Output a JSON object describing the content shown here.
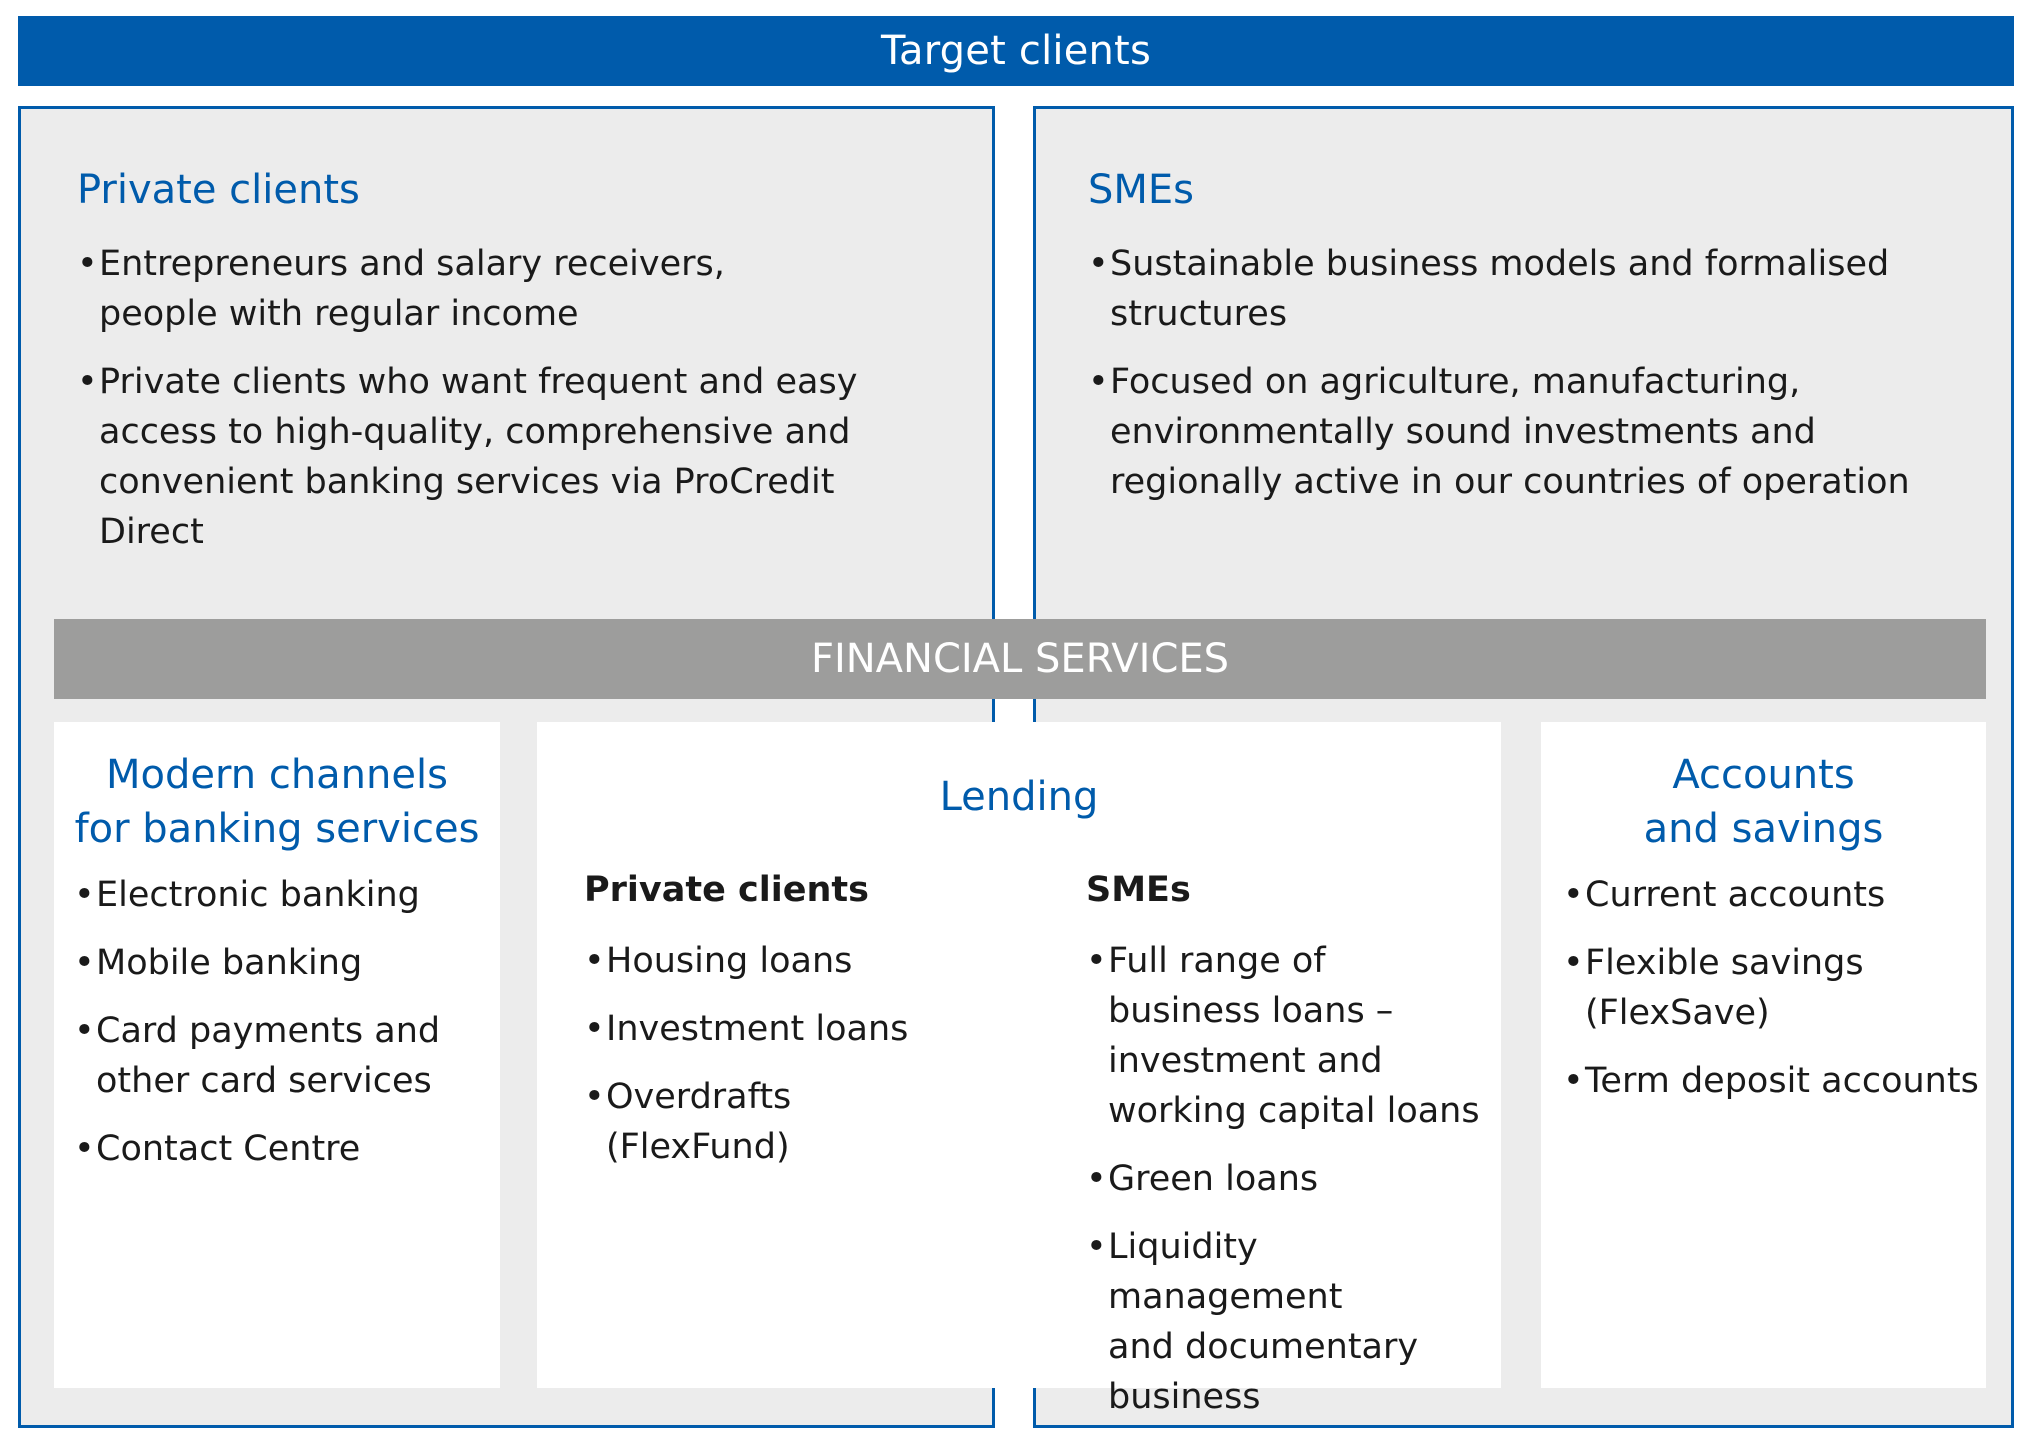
{
  "header": {
    "title": "Target clients"
  },
  "target_clients": {
    "private": {
      "title": "Private clients",
      "bullets": [
        "Entrepreneurs and salary receivers,\npeople with regular income",
        "Private clients who want frequent and easy\naccess to high-quality, comprehensive and\nconvenient banking services via ProCredit\nDirect"
      ]
    },
    "sme": {
      "title": "SMEs",
      "bullets": [
        "Sustainable business models and formalised\nstructures",
        "Focused on agriculture, manufacturing,\nenvironmentally sound investments and\nregionally active in our countries of operation"
      ]
    }
  },
  "financial_services": {
    "title": "FINANCIAL SERVICES",
    "channels": {
      "title": "Modern channels\nfor banking services",
      "bullets": [
        "Electronic banking",
        "Mobile banking",
        "Card payments and\nother card services",
        "Contact Centre"
      ]
    },
    "lending": {
      "title": "Lending",
      "private": {
        "title": "Private clients",
        "bullets": [
          "Housing loans",
          "Investment loans",
          "Overdrafts\n(FlexFund)"
        ]
      },
      "sme": {
        "title": "SMEs",
        "bullets": [
          "Full range of\nbusiness loans –\ninvestment and\nworking capital loans",
          "Green loans",
          "Liquidity management\nand documentary\nbusiness"
        ]
      }
    },
    "accounts": {
      "title": "Accounts\nand savings",
      "bullets": [
        "Current accounts",
        "Flexible savings\n(FlexSave)",
        "Term deposit accounts"
      ]
    }
  },
  "colors": {
    "primary_blue": "#005bab",
    "box_grey": "#ececec",
    "bar_grey": "#9d9d9c"
  }
}
